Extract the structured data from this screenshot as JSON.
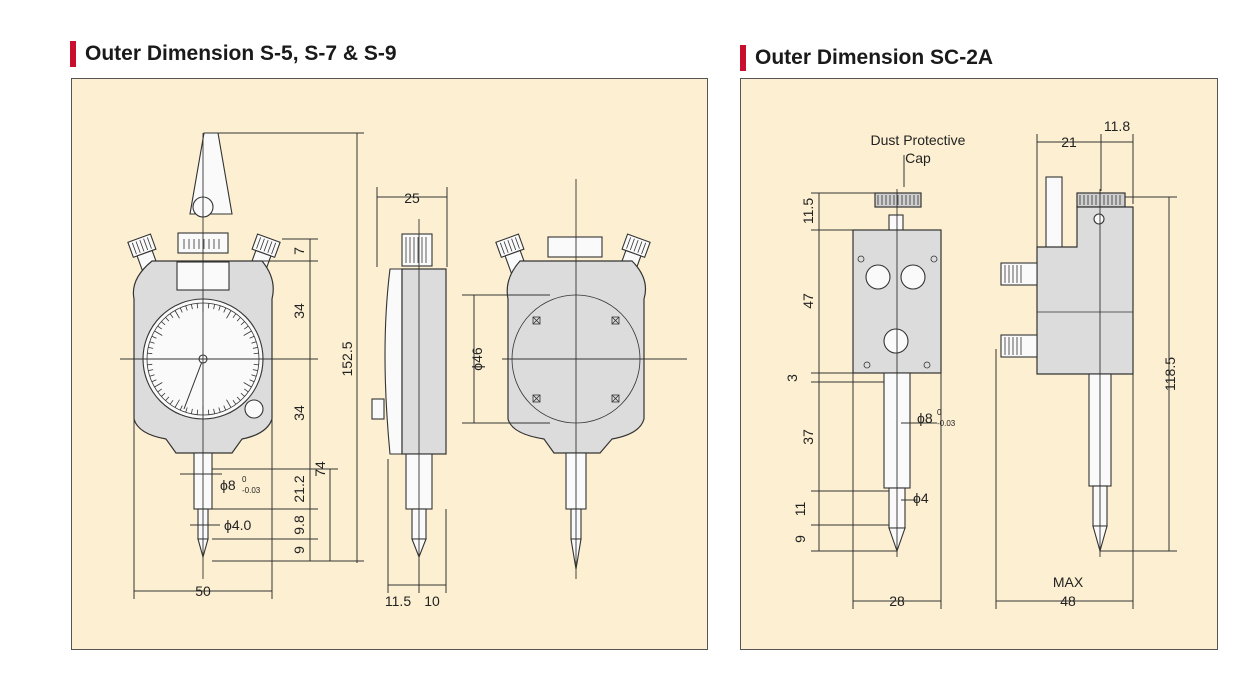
{
  "headings": {
    "left": "Outer Dimension S-5, S-7 & S-9",
    "right": "Outer Dimension SC-2A"
  },
  "left_dims": {
    "d25": "25",
    "d7": "7",
    "d34a": "34",
    "d34b": "34",
    "d152": "152.5",
    "d74": "74",
    "d21": "21.2",
    "d98": "9.8",
    "d9": "9",
    "phi46": "46",
    "phi8": "8",
    "tol_up": "0",
    "tol_dn": "-0.03",
    "phi4": "4.0",
    "d50": "50",
    "d115": "11.5",
    "d10": "10"
  },
  "right_dims": {
    "cap1": "Dust Protective",
    "cap2": "Cap",
    "d21": "21",
    "d118": "11.8",
    "d115": "11.5",
    "d47": "47",
    "d3": "3",
    "d37": "37",
    "d11": "11",
    "d9": "9",
    "phi8": "8",
    "tol_up": "0",
    "tol_dn": "-0.03",
    "phi4": "4",
    "d1185": "118.5",
    "max": "MAX",
    "d48": "48",
    "d28": "28"
  },
  "symbols": {
    "phi": "ϕ"
  },
  "colors": {
    "panel": "#fdf0d2",
    "accent_bar": "#c8102e",
    "body": "#dcdcdc"
  }
}
